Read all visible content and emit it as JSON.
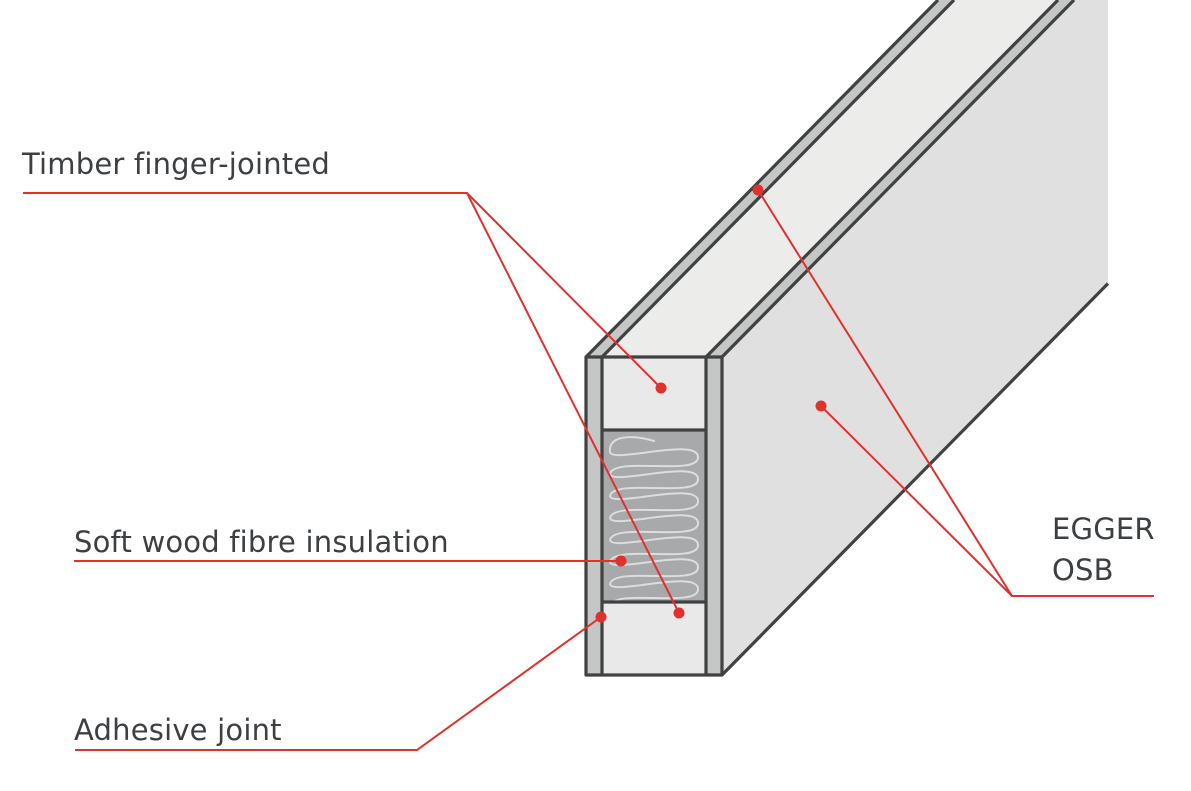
{
  "diagram": {
    "title": "Timber I-beam / wall element cross-section",
    "colors": {
      "background": "#ffffff",
      "top_face": "#ececeb",
      "side_face": "#e0e0e0",
      "osb_strip": "#c5c6c6",
      "timber": "#e9e9e9",
      "insulation": "#a7a9ab",
      "insulation_fibre": "#dcdddd",
      "outline": "#3f4143",
      "leader": "#e0312d",
      "label_text": "#3d4043"
    },
    "labels": [
      {
        "id": "timber",
        "lines": [
          "Timber finger-jointed"
        ],
        "points_to": [
          "top timber flange",
          "bottom timber flange"
        ]
      },
      {
        "id": "insulation",
        "lines": [
          "Soft wood fibre insulation"
        ],
        "points_to": [
          "insulation core"
        ]
      },
      {
        "id": "adhesive",
        "lines": [
          "Adhesive joint"
        ],
        "points_to": [
          "joint between OSB and timber"
        ]
      },
      {
        "id": "osb",
        "lines": [
          "EGGER",
          "OSB"
        ],
        "points_to": [
          "OSB top edge",
          "OSB side face"
        ]
      }
    ]
  }
}
